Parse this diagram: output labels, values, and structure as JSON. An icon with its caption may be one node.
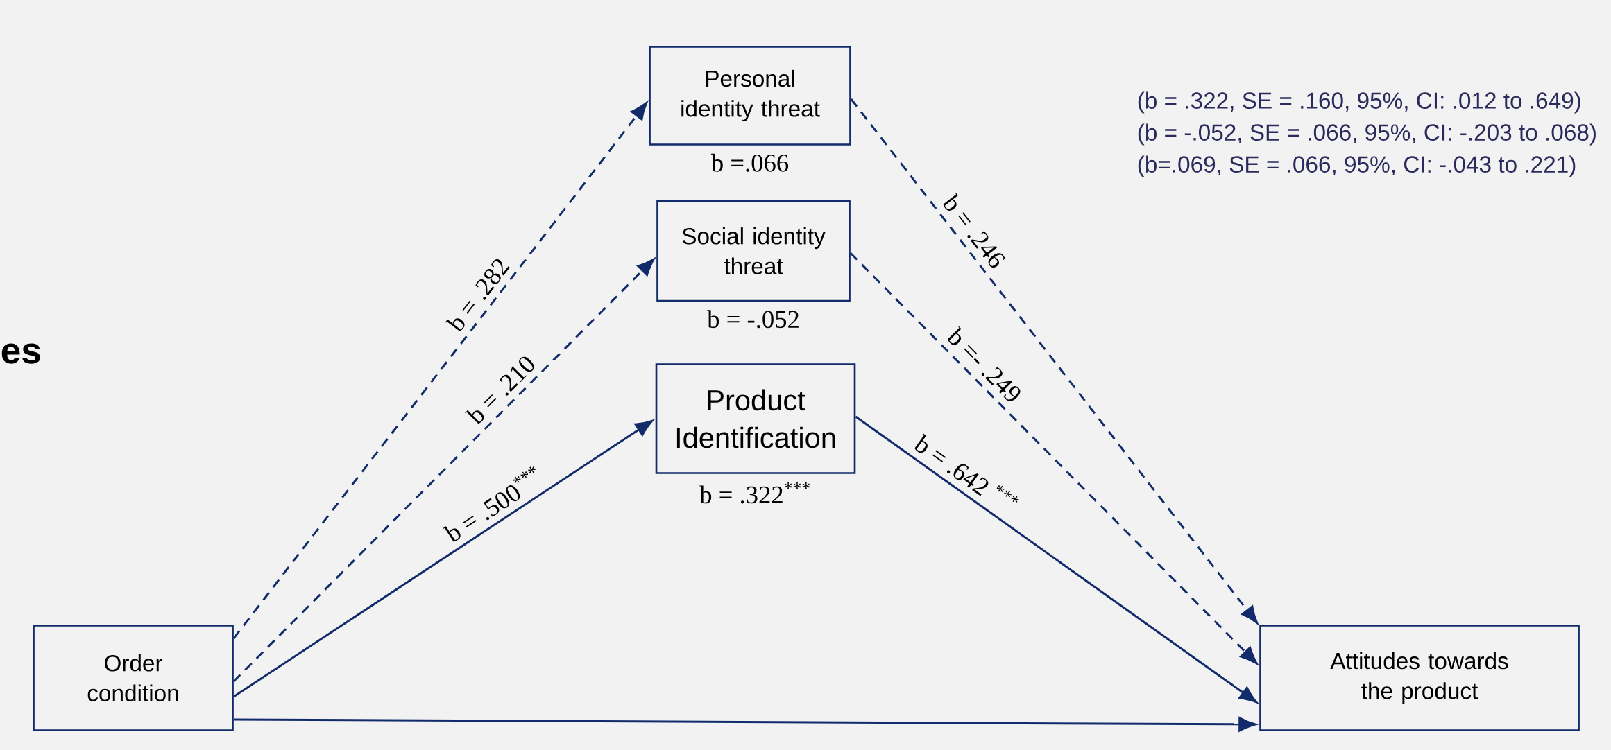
{
  "diagram": {
    "nodes": [
      {
        "text": [
          "Personal identity threat"
        ],
        "beside": [
          "b =.066"
        ]
      },
      {
        "text": [
          "Social identity threat"
        ],
        "beside": [
          "b = -.052"
        ]
      },
      {
        "text": [
          "Product Identification"
        ],
        "beside": [
          "b = .322$^{***}$"
        ]
      },
      {
        "text": [
          "Order condition"
        ]
      },
      {
        "text": [
          "Attitudes towards the product"
        ]
      }
    ],
    "edges": [
      {
        "from": 3,
        "to": 0,
        "arrow": "to",
        "style": "dashed",
        "label": "b = .282"
      },
      {
        "from": 3,
        "to": 1,
        "arrow": "to",
        "style": "dashed",
        "label": "b = .210"
      },
      {
        "from": 3,
        "to": 2,
        "arrow": "to",
        "label": "b = .500$^{***}$"
      },
      {
        "from": 0,
        "to": 4,
        "arrow": "to",
        "style": "dashed",
        "label": "b = .246"
      },
      {
        "from": 1,
        "to": 4,
        "arrow": "to",
        "style": "dashed",
        "label": "b =- .249"
      },
      {
        "from": 2,
        "to": 4,
        "arrow": "to",
        "label": "b = .642 $^{***}$"
      },
      {
        "from": 3,
        "to": 4,
        "arrow": "to"
      }
    ],
    "labels": [
      "es",
      "(b = .322, SE = .160, 95%, CI: .012 to .649)",
      "(b = -.052, SE = .066, 95%, CI: -.203 to .068)",
      "(b=.069, SE = .066, 95%, CI: -.043 to .221)"
    ]
  }
}
